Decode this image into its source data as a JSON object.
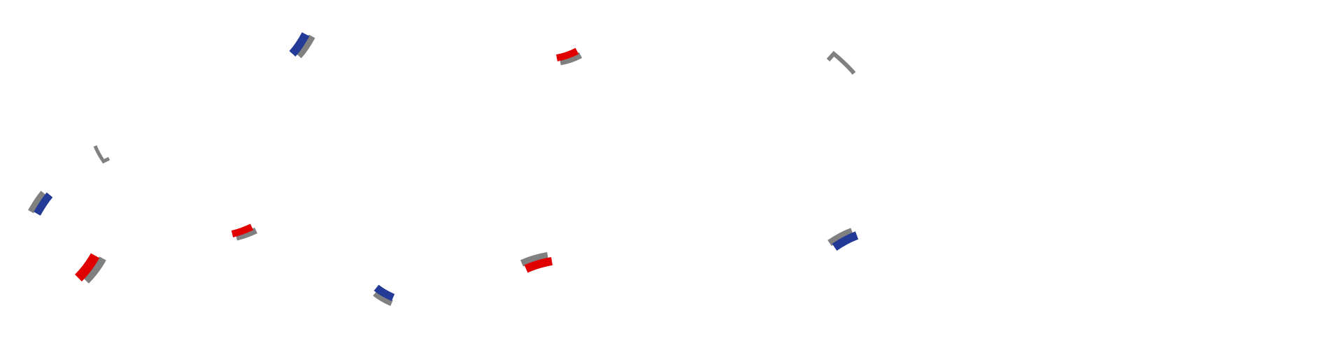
{
  "colors": {
    "background": "#ffffff",
    "red": "#e00000",
    "blue": "#233a96",
    "shadow": "#808080"
  },
  "confetti": [
    {
      "name": "confetti-blue-1",
      "color": "blue"
    },
    {
      "name": "confetti-red-1",
      "color": "red"
    },
    {
      "name": "confetti-gray-1",
      "color": "shadow"
    },
    {
      "name": "confetti-gray-2",
      "color": "shadow"
    },
    {
      "name": "confetti-blue-2",
      "color": "blue"
    },
    {
      "name": "confetti-red-2",
      "color": "red"
    },
    {
      "name": "confetti-red-3",
      "color": "red"
    },
    {
      "name": "confetti-blue-3",
      "color": "blue"
    },
    {
      "name": "confetti-red-4",
      "color": "red"
    },
    {
      "name": "confetti-blue-4",
      "color": "blue"
    }
  ]
}
